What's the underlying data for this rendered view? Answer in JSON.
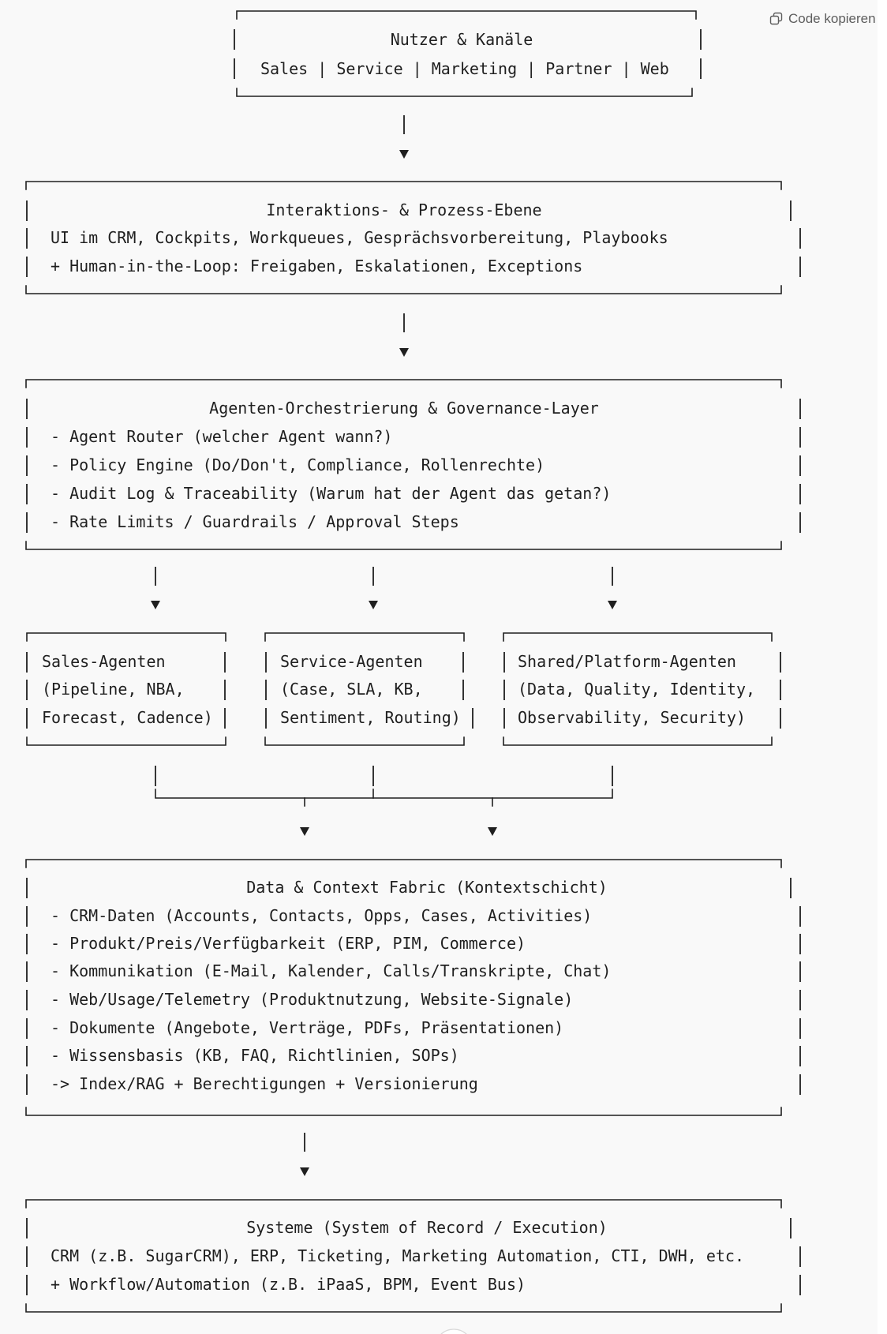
{
  "toolbar": {
    "copy_label": "Code kopieren",
    "copy_icon": "copy-icon"
  },
  "boxes": {
    "users": {
      "title": "Nutzer & Kanäle",
      "channels": "Sales | Service | Marketing | Partner | Web"
    },
    "interaction": {
      "title": "Interaktions- & Prozess-Ebene",
      "lines": [
        "UI im CRM, Cockpits, Workqueues, Gesprächsvorbereitung, Playbooks",
        "+ Human-in-the-Loop: Freigaben, Eskalationen, Exceptions"
      ]
    },
    "orchestration": {
      "title": "Agenten-Orchestrierung & Governance-Layer",
      "lines": [
        "- Agent Router (welcher Agent wann?)",
        "- Policy Engine (Do/Don't, Compliance, Rollenrechte)",
        "- Audit Log & Traceability (Warum hat der Agent das getan?)",
        "- Rate Limits / Guardrails / Approval Steps"
      ]
    },
    "sales_agents": {
      "lines": [
        "Sales-Agenten",
        "(Pipeline, NBA,",
        "Forecast, Cadence)"
      ]
    },
    "service_agents": {
      "lines": [
        "Service-Agenten",
        "(Case, SLA, KB,",
        "Sentiment, Routing)"
      ]
    },
    "platform_agents": {
      "lines": [
        "Shared/Platform-Agenten",
        "(Data, Quality, Identity,",
        "Observability, Security)"
      ]
    },
    "data_fabric": {
      "title": "Data & Context Fabric (Kontextschicht)",
      "lines": [
        "- CRM-Daten (Accounts, Contacts, Opps, Cases, Activities)",
        "- Produkt/Preis/Verfügbarkeit (ERP, PIM, Commerce)",
        "- Kommunikation (E-Mail, Kalender, Calls/Transkripte, Chat)",
        "- Web/Usage/Telemetry (Produktnutzung, Website-Signale)",
        "- Dokumente (Angebote, Verträge, PDFs, Präsentationen)",
        "- Wissensbasis (KB, FAQ, Richtlinien, SOPs)",
        "-> Index/RAG + Berechtigungen + Versionierung"
      ]
    },
    "systems": {
      "title": "Systeme (System of Record / Execution)",
      "lines": [
        "CRM (z.B. SugarCRM), ERP, Ticketing, Marketing Automation, CTI, DWH, etc.",
        "+ Workflow/Automation (z.B. iPaaS, BPM, Event Bus)"
      ]
    }
  }
}
